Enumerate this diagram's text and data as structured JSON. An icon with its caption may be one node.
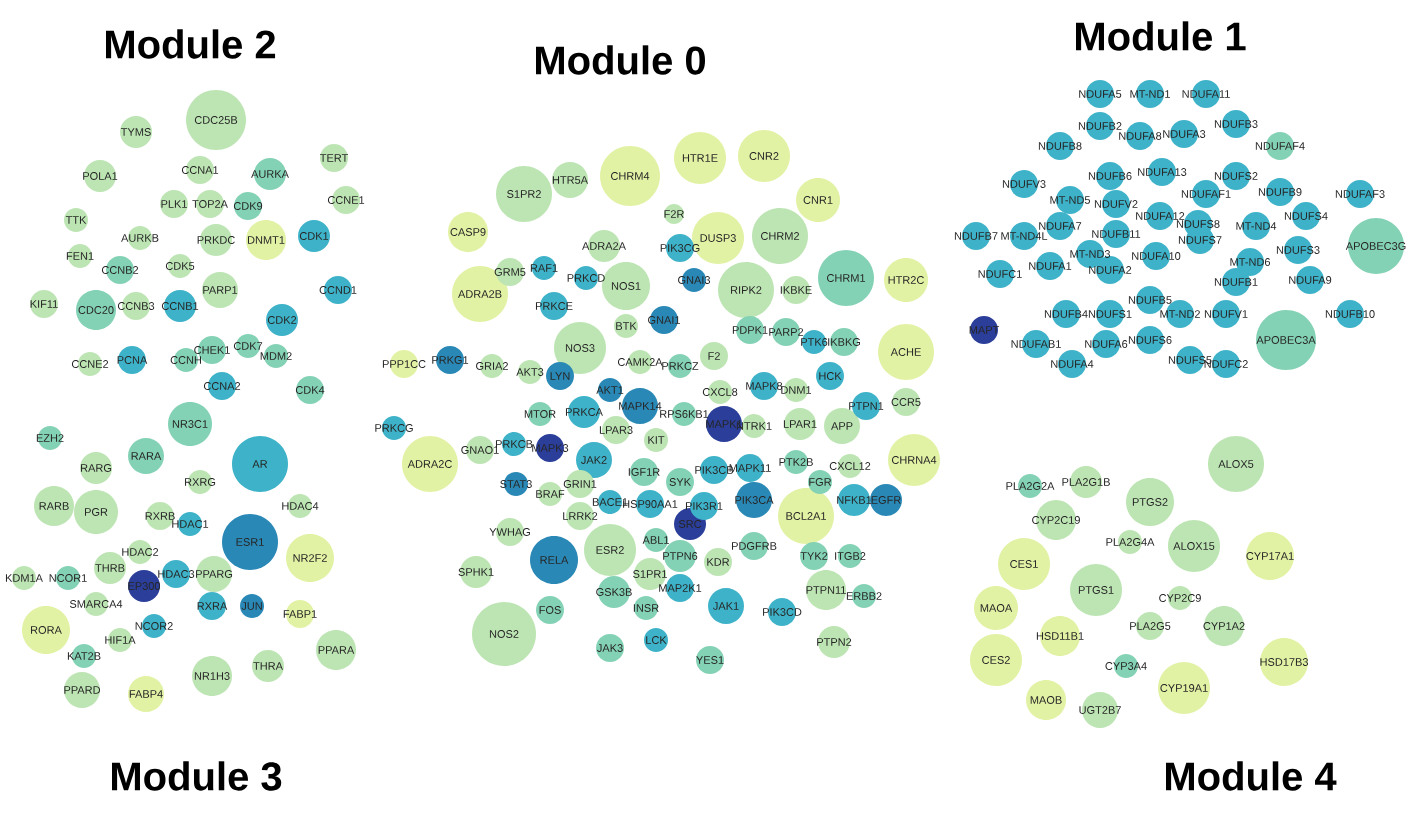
{
  "diagram": {
    "nodes": [
      {
        "text": [
          "CDC25B"
        ]
      },
      {
        "text": [
          "TYMS"
        ]
      },
      {
        "text": [
          "POLA1"
        ]
      },
      {
        "text": [
          "CCNA1"
        ]
      },
      {
        "text": [
          "AURKA"
        ]
      },
      {
        "text": [
          "TERT"
        ]
      },
      {
        "text": [
          "PLK1"
        ]
      },
      {
        "text": [
          "TOP2A"
        ]
      },
      {
        "text": [
          "CDK9"
        ]
      },
      {
        "text": [
          "CCNE1"
        ]
      },
      {
        "text": [
          "TTK"
        ]
      },
      {
        "text": [
          "AURKB"
        ]
      },
      {
        "text": [
          "PRKDC"
        ]
      },
      {
        "text": [
          "DNMT1"
        ]
      },
      {
        "text": [
          "CDK1"
        ]
      },
      {
        "text": [
          "FEN1"
        ]
      },
      {
        "text": [
          "CCNB2"
        ]
      },
      {
        "text": [
          "CDK5"
        ]
      },
      {
        "text": [
          "PARP1"
        ]
      },
      {
        "text": [
          "CCND1"
        ]
      },
      {
        "text": [
          "KIF11"
        ]
      },
      {
        "text": [
          "CDC20"
        ]
      },
      {
        "text": [
          "CCNB3"
        ]
      },
      {
        "text": [
          "CCNB1"
        ]
      },
      {
        "text": [
          "CDK2"
        ]
      },
      {
        "text": [
          "CCNE2"
        ]
      },
      {
        "text": [
          "PCNA"
        ]
      },
      {
        "text": [
          "CCNH"
        ]
      },
      {
        "text": [
          "CHEK1"
        ]
      },
      {
        "text": [
          "CDK7"
        ]
      },
      {
        "text": [
          "MDM2"
        ]
      },
      {
        "text": [
          "CCNA2"
        ]
      },
      {
        "text": [
          "CDK4"
        ]
      },
      {
        "text": [
          "HTR1E"
        ]
      },
      {
        "text": [
          "CNR2"
        ]
      },
      {
        "text": [
          "CHRM4"
        ]
      },
      {
        "text": [
          "HTR5A"
        ]
      },
      {
        "text": [
          "S1PR2"
        ]
      },
      {
        "text": [
          "CNR1"
        ]
      },
      {
        "text": [
          "F2R"
        ]
      },
      {
        "text": [
          "CASP9"
        ]
      },
      {
        "text": [
          "ADRA2A"
        ]
      },
      {
        "text": [
          "PIK3CG"
        ]
      },
      {
        "text": [
          "DUSP3"
        ]
      },
      {
        "text": [
          "CHRM2"
        ]
      },
      {
        "text": [
          "GRM5"
        ]
      },
      {
        "text": [
          "RAF1"
        ]
      },
      {
        "text": [
          "PRKCD"
        ]
      },
      {
        "text": [
          "NOS1"
        ]
      },
      {
        "text": [
          "GNAI3"
        ]
      },
      {
        "text": [
          "RIPK2"
        ]
      },
      {
        "text": [
          "IKBKE"
        ]
      },
      {
        "text": [
          "CHRM1"
        ]
      },
      {
        "text": [
          "HTR2C"
        ]
      },
      {
        "text": [
          "ADRA2B"
        ]
      },
      {
        "text": [
          "PRKCE"
        ]
      },
      {
        "text": [
          "GNAI1"
        ]
      },
      {
        "text": [
          "BTK"
        ]
      },
      {
        "text": [
          "PDPK1"
        ]
      },
      {
        "text": [
          "PARP2"
        ]
      },
      {
        "text": [
          "PTK6"
        ]
      },
      {
        "text": [
          "IKBKG"
        ]
      },
      {
        "text": [
          "NOS3"
        ]
      },
      {
        "text": [
          "ACHE"
        ]
      },
      {
        "text": [
          "PPP1CC"
        ]
      },
      {
        "text": [
          "PRKG1"
        ]
      },
      {
        "text": [
          "GRIA2"
        ]
      },
      {
        "text": [
          "AKT3"
        ]
      },
      {
        "text": [
          "LYN"
        ]
      },
      {
        "text": [
          "CAMK2A"
        ]
      },
      {
        "text": [
          "PRKCZ"
        ]
      },
      {
        "text": [
          "F2"
        ]
      },
      {
        "text": [
          "AKT1"
        ]
      },
      {
        "text": [
          "CXCL8"
        ]
      },
      {
        "text": [
          "MAPK8"
        ]
      },
      {
        "text": [
          "DNM1"
        ]
      },
      {
        "text": [
          "HCK"
        ]
      },
      {
        "text": [
          "PTPN1"
        ]
      },
      {
        "text": [
          "CCR5"
        ]
      },
      {
        "text": [
          "MTOR"
        ]
      },
      {
        "text": [
          "PRKCA"
        ]
      },
      {
        "text": [
          "MAPK14"
        ]
      },
      {
        "text": [
          "RPS6KB1"
        ]
      },
      {
        "text": [
          "MAPK1"
        ]
      },
      {
        "text": [
          "NTRK1"
        ]
      },
      {
        "text": [
          "LPAR1"
        ]
      },
      {
        "text": [
          "APP"
        ]
      },
      {
        "text": [
          "PRKCB"
        ]
      },
      {
        "text": [
          "LPAR3"
        ]
      },
      {
        "text": [
          "KIT"
        ]
      },
      {
        "text": [
          "GNAO1"
        ]
      },
      {
        "text": [
          "MAPK3"
        ]
      },
      {
        "text": [
          "JAK2"
        ]
      },
      {
        "text": [
          "IGF1R"
        ]
      },
      {
        "text": [
          "SYK"
        ]
      },
      {
        "text": [
          "PIK3CB"
        ]
      },
      {
        "text": [
          "MAPK11"
        ]
      },
      {
        "text": [
          "PTK2B"
        ]
      },
      {
        "text": [
          "CXCL12"
        ]
      },
      {
        "text": [
          "CHRNA4"
        ]
      },
      {
        "text": [
          "FGR"
        ]
      },
      {
        "text": [
          "STAT3"
        ]
      },
      {
        "text": [
          "GRIN1"
        ]
      },
      {
        "text": [
          "BRAF"
        ]
      },
      {
        "text": [
          "BACE1"
        ]
      },
      {
        "text": [
          "HSP90AA1"
        ]
      },
      {
        "text": [
          "PIK3R1"
        ]
      },
      {
        "text": [
          "SRC"
        ]
      },
      {
        "text": [
          "PIK3CA"
        ]
      },
      {
        "text": [
          "BCL2A1"
        ]
      },
      {
        "text": [
          "NFKB1"
        ]
      },
      {
        "text": [
          "EGFR"
        ]
      },
      {
        "text": [
          "LRRK2"
        ]
      },
      {
        "text": [
          "YWHAG"
        ]
      },
      {
        "text": [
          "RELA"
        ]
      },
      {
        "text": [
          "ESR2"
        ]
      },
      {
        "text": [
          "ABL1"
        ]
      },
      {
        "text": [
          "PTPN6"
        ]
      },
      {
        "text": [
          "KDR"
        ]
      },
      {
        "text": [
          "PDGFRB"
        ]
      },
      {
        "text": [
          "TYK2"
        ]
      },
      {
        "text": [
          "ITGB2"
        ]
      },
      {
        "text": [
          "SPHK1"
        ]
      },
      {
        "text": [
          "S1PR1"
        ]
      },
      {
        "text": [
          "GSK3B"
        ]
      },
      {
        "text": [
          "MAP2K1"
        ]
      },
      {
        "text": [
          "JAK1"
        ]
      },
      {
        "text": [
          "PTPN11"
        ]
      },
      {
        "text": [
          "ERBB2"
        ]
      },
      {
        "text": [
          "PIK3CD"
        ]
      },
      {
        "text": [
          "NOS2"
        ]
      },
      {
        "text": [
          "FOS"
        ]
      },
      {
        "text": [
          "INSR"
        ]
      },
      {
        "text": [
          "JAK3"
        ]
      },
      {
        "text": [
          "LCK"
        ]
      },
      {
        "text": [
          "YES1"
        ]
      },
      {
        "text": [
          "PTPN2"
        ]
      },
      {
        "text": [
          "PRKCG"
        ]
      },
      {
        "text": [
          "ADRA2C"
        ]
      },
      {
        "text": [
          "NDUFA5"
        ]
      },
      {
        "text": [
          "MT-ND1"
        ]
      },
      {
        "text": [
          "NDUFA11"
        ]
      },
      {
        "text": [
          "NDUFB2"
        ]
      },
      {
        "text": [
          "NDUFA8"
        ]
      },
      {
        "text": [
          "NDUFA3"
        ]
      },
      {
        "text": [
          "NDUFB3"
        ]
      },
      {
        "text": [
          "NDUFAF4"
        ]
      },
      {
        "text": [
          "NDUFB8"
        ]
      },
      {
        "text": [
          "NDUFB6"
        ]
      },
      {
        "text": [
          "NDUFV3"
        ]
      },
      {
        "text": [
          "NDUFA13"
        ]
      },
      {
        "text": [
          "NDUFAF1"
        ]
      },
      {
        "text": [
          "NDUFS2"
        ]
      },
      {
        "text": [
          "NDUFB9"
        ]
      },
      {
        "text": [
          "NDUFAF3"
        ]
      },
      {
        "text": [
          "MT-ND5"
        ]
      },
      {
        "text": [
          "NDUFV2"
        ]
      },
      {
        "text": [
          "NDUFS4"
        ]
      },
      {
        "text": [
          "NDUFB7"
        ]
      },
      {
        "text": [
          "MT-ND4L"
        ]
      },
      {
        "text": [
          "NDUFA7"
        ]
      },
      {
        "text": [
          "NDUFB11"
        ]
      },
      {
        "text": [
          "NDUFA12"
        ]
      },
      {
        "text": [
          "NDUFS8"
        ]
      },
      {
        "text": [
          "MT-ND4"
        ]
      },
      {
        "text": [
          "NDUFS3"
        ]
      },
      {
        "text": [
          "APOBEC3G"
        ]
      },
      {
        "text": [
          "MT-ND3"
        ]
      },
      {
        "text": [
          "NDUFA1"
        ]
      },
      {
        "text": [
          "NDUFA2"
        ]
      },
      {
        "text": [
          "NDUFA10"
        ]
      },
      {
        "text": [
          "NDUFS7"
        ]
      },
      {
        "text": [
          "NDUFC1"
        ]
      },
      {
        "text": [
          "MT-ND6"
        ]
      },
      {
        "text": [
          "NDUFB1"
        ]
      },
      {
        "text": [
          "NDUFA9"
        ]
      },
      {
        "text": [
          "NDUFB10"
        ]
      },
      {
        "text": [
          "NDUFB4"
        ]
      },
      {
        "text": [
          "NDUFS1"
        ]
      },
      {
        "text": [
          "NDUFB5"
        ]
      },
      {
        "text": [
          "MT-ND2"
        ]
      },
      {
        "text": [
          "NDUFV1"
        ]
      },
      {
        "text": [
          "MAPT"
        ]
      },
      {
        "text": [
          "NDUFAB1"
        ]
      },
      {
        "text": [
          "APOBEC3A"
        ]
      },
      {
        "text": [
          "NDUFA6"
        ]
      },
      {
        "text": [
          "NDUFS6"
        ]
      },
      {
        "text": [
          "NDUFA4"
        ]
      },
      {
        "text": [
          "NDUFS5"
        ]
      },
      {
        "text": [
          "NDUFC2"
        ]
      },
      {
        "text": [
          "EZH2"
        ]
      },
      {
        "text": [
          "NR3C1"
        ]
      },
      {
        "text": [
          "AR"
        ]
      },
      {
        "text": [
          "RARG"
        ]
      },
      {
        "text": [
          "RARA"
        ]
      },
      {
        "text": [
          "RXRG"
        ]
      },
      {
        "text": [
          "RARB"
        ]
      },
      {
        "text": [
          "PGR"
        ]
      },
      {
        "text": [
          "RXRB"
        ]
      },
      {
        "text": [
          "HDAC1"
        ]
      },
      {
        "text": [
          "HDAC4"
        ]
      },
      {
        "text": [
          "ESR1"
        ]
      },
      {
        "text": [
          "NR2F2"
        ]
      },
      {
        "text": [
          "HDAC2"
        ]
      },
      {
        "text": [
          "KDM1A"
        ]
      },
      {
        "text": [
          "NCOR1"
        ]
      },
      {
        "text": [
          "THRB"
        ]
      },
      {
        "text": [
          "EP300"
        ]
      },
      {
        "text": [
          "HDAC3"
        ]
      },
      {
        "text": [
          "PPARG"
        ]
      },
      {
        "text": [
          "SMARCA4"
        ]
      },
      {
        "text": [
          "RORA"
        ]
      },
      {
        "text": [
          "NCOR2"
        ]
      },
      {
        "text": [
          "RXRA"
        ]
      },
      {
        "text": [
          "JUN"
        ]
      },
      {
        "text": [
          "FABP1"
        ]
      },
      {
        "text": [
          "HIF1A"
        ]
      },
      {
        "text": [
          "KAT2B"
        ]
      },
      {
        "text": [
          "PPARA"
        ]
      },
      {
        "text": [
          "THRA"
        ]
      },
      {
        "text": [
          "NR1H3"
        ]
      },
      {
        "text": [
          "PPARD"
        ]
      },
      {
        "text": [
          "FABP4"
        ]
      },
      {
        "text": [
          "ALOX5"
        ]
      },
      {
        "text": [
          "PLA2G2A"
        ]
      },
      {
        "text": [
          "PLA2G1B"
        ]
      },
      {
        "text": [
          "PTGS2"
        ]
      },
      {
        "text": [
          "CYP2C19"
        ]
      },
      {
        "text": [
          "PLA2G4A"
        ]
      },
      {
        "text": [
          "ALOX15"
        ]
      },
      {
        "text": [
          "CYP17A1"
        ]
      },
      {
        "text": [
          "CES1"
        ]
      },
      {
        "text": [
          "PTGS1"
        ]
      },
      {
        "text": [
          "CYP2C9"
        ]
      },
      {
        "text": [
          "MAOA"
        ]
      },
      {
        "text": [
          "CYP1A2"
        ]
      },
      {
        "text": [
          "PLA2G5"
        ]
      },
      {
        "text": [
          "HSD11B1"
        ]
      },
      {
        "text": [
          "CES2"
        ]
      },
      {
        "text": [
          "HSD17B3"
        ]
      },
      {
        "text": [
          "CYP3A4"
        ]
      },
      {
        "text": [
          "CYP19A1"
        ]
      },
      {
        "text": [
          "MAOB"
        ]
      },
      {
        "text": [
          "UGT2B7"
        ]
      }
    ],
    "labels": [
      "Module 2",
      "Module 0",
      "Module 1",
      "Module 3",
      "Module 4"
    ]
  }
}
